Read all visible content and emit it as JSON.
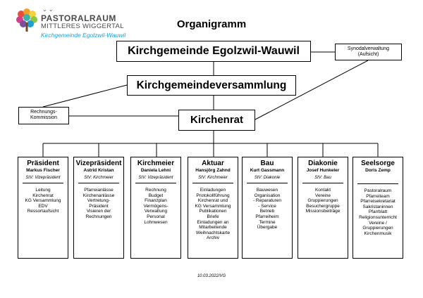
{
  "title": "Organigramm",
  "logo": {
    "line1": "PASTORALRAUM",
    "line2": "MITTLERES WIGGERTAL",
    "line3": "Kirchgemeinde Egolzwil-Wauwil"
  },
  "top_box": "Kirchgemeinde Egolzwil-Wauwil",
  "assembly_box": "Kirchgemeindeversammlung",
  "council_box": "Kirchenrat",
  "synodal": {
    "line1": "Synodalverwaltung",
    "line2": "(Aufsicht)"
  },
  "audit": {
    "line1": "Rechnungs-",
    "line2": "Kommission"
  },
  "departments": [
    {
      "title": "Präsident",
      "name": "Markus Fischer",
      "role": "StV: Vizepräsident",
      "duties": [
        "Leitung",
        "Kirchenrat",
        "KG Versammlung",
        "EDV",
        "Ressortaufsicht"
      ]
    },
    {
      "title": "Vizepräsident",
      "name": "Astrid Kristan",
      "role": "StV: Kirchmeier",
      "duties": [
        "Pfarreianlässe",
        "Kirchenanlässe",
        "Vertretung-",
        "Präsident",
        "Visieren der",
        "Rechnungen"
      ]
    },
    {
      "title": "Kirchmeier",
      "name": "Daniela Lehni",
      "role": "StV: Vizepräsident",
      "duties": [
        "Rechnung",
        "Budget",
        "Finanzplan",
        "Vermögens-",
        "Verwaltung",
        "Personal",
        "Lohnwesen"
      ]
    },
    {
      "title": "Aktuar",
      "name": "Hansjörg Zahnd",
      "role": "StV: Kirchmeier",
      "duties": [
        "Einladungen",
        "Protokollführung",
        "Kirchenrat und",
        "KG Versammlung",
        "Publikationen",
        "Briefe",
        "Einladungen an",
        "Mitarbeitende",
        "Weihnachtskarte",
        "Archiv"
      ]
    },
    {
      "title": "Bau",
      "name": "Kurt Gassmann",
      "role": "StV: Diakonie",
      "duties": [
        "Bauwesen",
        "Organisation",
        "- Reparaturen",
        "- Service",
        "Betrieb",
        "Pfarreiheim",
        "Termine",
        "Übergabe"
      ]
    },
    {
      "title": "Diakonie",
      "name": "Josef Hunkeler",
      "role": "StV: Bau",
      "duties": [
        "Kontakt",
        "Vereine",
        "Gruppierungen",
        "Besuchergruppe",
        "Missionsbeiträge"
      ]
    },
    {
      "title": "Seelsorge",
      "name": "Doris Zemp",
      "role": "",
      "duties": [
        "Pastoralraum",
        "Pfarreiteam",
        "Pfarreisekretariat",
        "Sakristaninnen",
        "Pfarrblatt",
        "Religionsunterricht",
        "Vereine /",
        "Gruppierungen",
        "Kirchenmusik"
      ]
    }
  ],
  "footer": "10.03.2022/VG",
  "colors": {
    "line": "#000000",
    "logo_text": "#4a4a4a",
    "logo_accent": "#1a9fd8"
  }
}
